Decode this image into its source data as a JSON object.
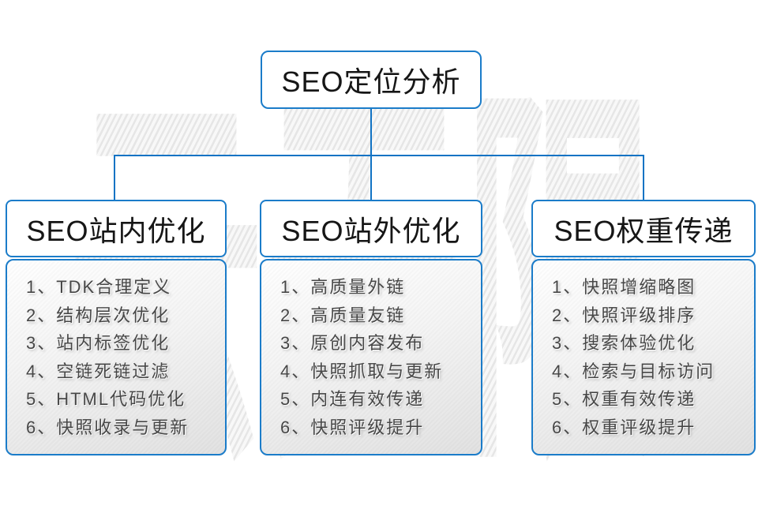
{
  "watermark": {
    "text": "云无限"
  },
  "colors": {
    "accent_border": "#1b7cc9",
    "connector_line": "#1173c4",
    "item_text": "#474747",
    "header_text": "#161616"
  },
  "diagram": {
    "root": {
      "label": "SEO定位分析"
    },
    "columns": [
      {
        "title": "SEO站内优化",
        "items": [
          "1、TDK合理定义",
          "2、结构层次优化",
          "3、站内标签优化",
          "4、空链死链过滤",
          "5、HTML代码优化",
          "6、快照收录与更新"
        ]
      },
      {
        "title": "SEO站外优化",
        "items": [
          "1、高质量外链",
          "2、高质量友链",
          "3、原创内容发布",
          "4、快照抓取与更新",
          "5、内连有效传递",
          "6、快照评级提升"
        ]
      },
      {
        "title": "SEO权重传递",
        "items": [
          "1、快照增缩略图",
          "2、快照评级排序",
          "3、搜索体验优化",
          "4、检索与目标访问",
          "5、权重有效传递",
          "6、权重评级提升"
        ]
      }
    ]
  }
}
